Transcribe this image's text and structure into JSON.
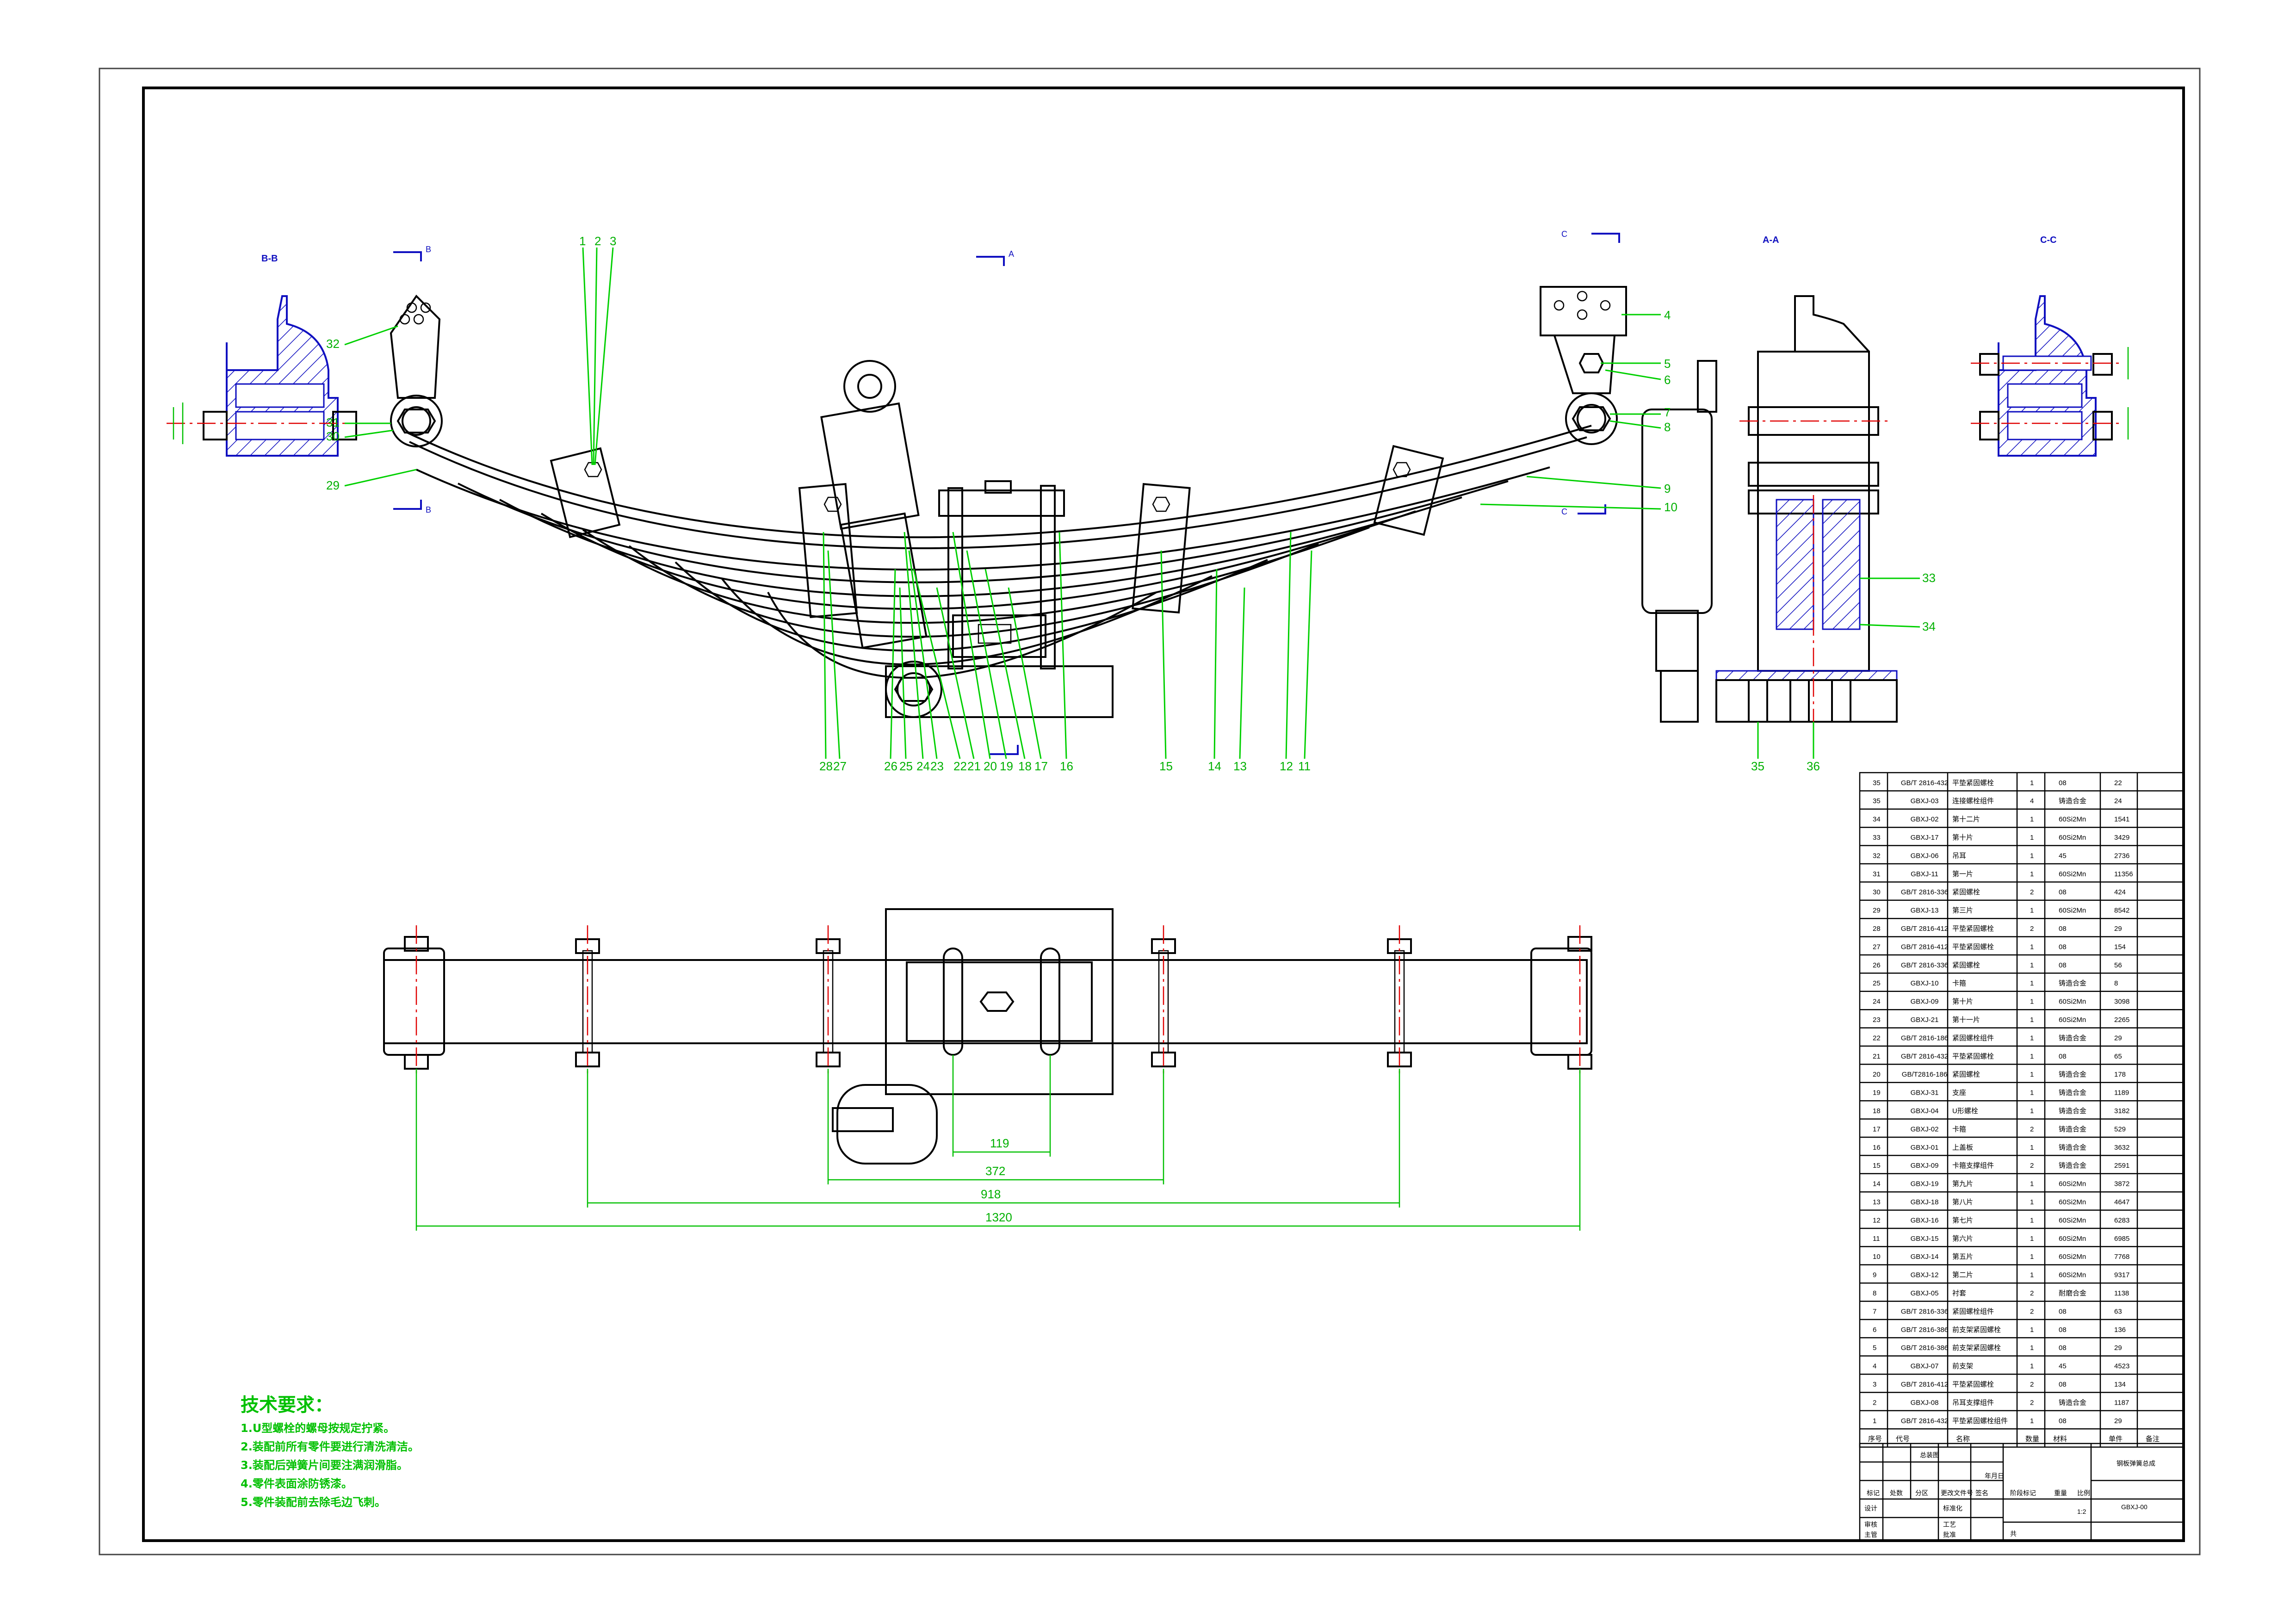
{
  "views": {
    "view_b_title": "B-B",
    "view_aa_title": "A-A",
    "view_cc_title": "C-C",
    "cut_b": "B",
    "cut_a": "A",
    "cut_c": "C"
  },
  "balloons_top": [
    "1",
    "2",
    "3"
  ],
  "balloons_right_upper": [
    "4",
    "5",
    "6",
    "7",
    "8",
    "9",
    "10"
  ],
  "balloons_left": [
    "32",
    "31",
    "30",
    "29"
  ],
  "balloons_bottom": [
    "28",
    "27",
    "26",
    "25",
    "24",
    "23",
    "22",
    "21",
    "20",
    "19",
    "18",
    "17",
    "16",
    "15",
    "14",
    "13",
    "12",
    "11"
  ],
  "balloons_right_lower": [
    "33",
    "34",
    "35",
    "36"
  ],
  "dimensions": {
    "d1": "119",
    "d2": "372",
    "d3": "918",
    "d4": "1320"
  },
  "requirements": {
    "title": "技术要求：",
    "items": [
      "1.U型螺栓的螺母按规定拧紧。",
      "2.装配前所有零件要进行清洗清洁。",
      "3.装配后弹簧片间要注满润滑脂。",
      "4.零件表面涂防锈漆。",
      "5.零件装配前去除毛边飞刺。"
    ]
  },
  "bom": {
    "rows": [
      [
        "35",
        "GB/T 2816-432",
        "平垫紧固螺栓",
        "1",
        "08",
        "22"
      ],
      [
        "35",
        "GBXJ-03",
        "连接螺栓组件",
        "4",
        "铸造合金",
        "24"
      ],
      [
        "34",
        "GBXJ-02",
        "第十二片",
        "1",
        "60Si2Mn",
        "1541"
      ],
      [
        "33",
        "GBXJ-17",
        "第十片",
        "1",
        "60Si2Mn",
        "3429"
      ],
      [
        "32",
        "GBXJ-06",
        "吊耳",
        "1",
        "45",
        "2736"
      ],
      [
        "31",
        "GBXJ-11",
        "第一片",
        "1",
        "60Si2Mn",
        "11356"
      ],
      [
        "30",
        "GB/T 2816-336",
        "紧固螺栓",
        "2",
        "08",
        "424"
      ],
      [
        "29",
        "GBXJ-13",
        "第三片",
        "1",
        "60Si2Mn",
        "8542"
      ],
      [
        "28",
        "GB/T 2816-412",
        "平垫紧固螺栓",
        "2",
        "08",
        "29"
      ],
      [
        "27",
        "GB/T 2816-412",
        "平垫紧固螺栓",
        "1",
        "08",
        "154"
      ],
      [
        "26",
        "GB/T 2816-336",
        "紧固螺栓",
        "1",
        "08",
        "56"
      ],
      [
        "25",
        "GBXJ-10",
        "卡箍",
        "1",
        "铸造合金",
        "8"
      ],
      [
        "24",
        "GBXJ-09",
        "第十片",
        "1",
        "60Si2Mn",
        "3098"
      ],
      [
        "23",
        "GBXJ-21",
        "第十一片",
        "1",
        "60Si2Mn",
        "2265"
      ],
      [
        "22",
        "GB/T 2816-186",
        "紧固螺栓组件",
        "1",
        "铸造合金",
        "29"
      ],
      [
        "21",
        "GB/T 2816-432",
        "平垫紧固螺栓",
        "1",
        "08",
        "65"
      ],
      [
        "20",
        "GB/T2816-186",
        "紧固螺栓",
        "1",
        "铸造合金",
        "178"
      ],
      [
        "19",
        "GBXJ-31",
        "支座",
        "1",
        "铸造合金",
        "1189"
      ],
      [
        "18",
        "GBXJ-04",
        "U形螺栓",
        "1",
        "铸造合金",
        "3182"
      ],
      [
        "17",
        "GBXJ-02",
        "卡箍",
        "2",
        "铸造合金",
        "529"
      ],
      [
        "16",
        "GBXJ-01",
        "上盖板",
        "1",
        "铸造合金",
        "3632"
      ],
      [
        "15",
        "GBXJ-09",
        "卡箍支撑组件",
        "2",
        "铸造合金",
        "2591"
      ],
      [
        "14",
        "GBXJ-19",
        "第九片",
        "1",
        "60Si2Mn",
        "3872"
      ],
      [
        "13",
        "GBXJ-18",
        "第八片",
        "1",
        "60Si2Mn",
        "4647"
      ],
      [
        "12",
        "GBXJ-16",
        "第七片",
        "1",
        "60Si2Mn",
        "6283"
      ],
      [
        "11",
        "GBXJ-15",
        "第六片",
        "1",
        "60Si2Mn",
        "6985"
      ],
      [
        "10",
        "GBXJ-14",
        "第五片",
        "1",
        "60Si2Mn",
        "7768"
      ],
      [
        "9",
        "GBXJ-12",
        "第二片",
        "1",
        "60Si2Mn",
        "9317"
      ],
      [
        "8",
        "GBXJ-05",
        "衬套",
        "2",
        "耐磨合金",
        "1138"
      ],
      [
        "7",
        "GB/T 2816-336",
        "紧固螺栓组件",
        "2",
        "08",
        "63"
      ],
      [
        "6",
        "GB/T 2816-386",
        "前支架紧固螺栓",
        "1",
        "08",
        "136"
      ],
      [
        "5",
        "GB/T 2816-386",
        "前支架紧固螺栓",
        "1",
        "08",
        "29"
      ],
      [
        "4",
        "GBXJ-07",
        "前支架",
        "1",
        "45",
        "4523"
      ],
      [
        "3",
        "GB/T 2816-412",
        "平垫紧固螺栓",
        "2",
        "08",
        "134"
      ],
      [
        "2",
        "GBXJ-08",
        "吊耳支撑组件",
        "2",
        "铸造合金",
        "1187"
      ],
      [
        "1",
        "GB/T 2816-432",
        "平垫紧固螺栓组件",
        "1",
        "08",
        "29"
      ]
    ],
    "header": [
      "序号",
      "代号",
      "名称",
      "数量",
      "材料",
      "单件",
      "备注"
    ]
  },
  "title_block": {
    "org": "总装图",
    "drawing_name": "钢板弹簧总成",
    "drawing_no": "GBXJ-00",
    "scale": "1:2",
    "h_mark": "标记",
    "h_count": "处数",
    "h_zone": "分区",
    "h_doc": "更改文件号",
    "h_sign": "签名",
    "h_date": "年月日",
    "h_design": "设计",
    "h_std": "标准化",
    "h_check": "审核",
    "h_craft": "工艺",
    "h_approve": "批准",
    "h_phase": "阶段标记",
    "h_weight": "重量",
    "h_scale": "比例",
    "h_sheet": "共",
    "h_main": "主管"
  }
}
